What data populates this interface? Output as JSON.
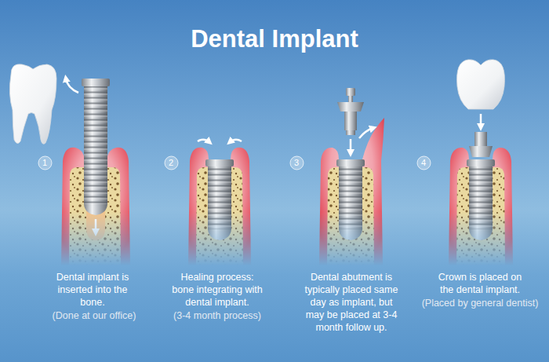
{
  "diagram": {
    "title": "Dental Implant",
    "nodes": [
      {
        "text": [
          "1"
        ]
      },
      {
        "text": [
          "2"
        ]
      },
      {
        "text": [
          "3"
        ]
      },
      {
        "text": [
          "4"
        ]
      }
    ],
    "labels": [
      "Dental implant is inserted into the bone.",
      "(Done at our office)",
      "Healing process: bone integrating with dental implant.",
      "(3-4 month process)",
      "Dental abutment is typically placed same day as implant, but may be placed at 3-4 month follow up.",
      "Crown is placed on the dental implant.",
      "(Placed by general dentist)"
    ]
  }
}
